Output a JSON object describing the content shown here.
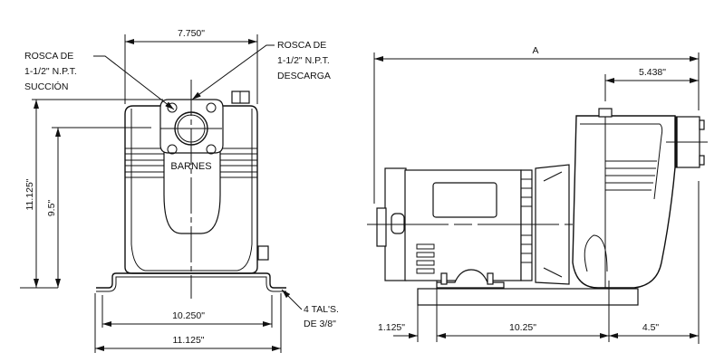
{
  "front_view": {
    "brand": "BARNES",
    "width_top": "7.750\"",
    "suction_label": [
      "ROSCA DE",
      "1-1/2\" N.P.T.",
      "SUCCIÓN"
    ],
    "discharge_label": [
      "ROSCA DE",
      "1-1/2\" N.P.T.",
      "DESCARGA"
    ],
    "height_total": "11.125\"",
    "height_center": "9.5\"",
    "base_hole_spacing": "10.250\"",
    "base_width": "11.125\"",
    "holes_label": [
      "4 TAL'S.",
      "DE 3/8\""
    ]
  },
  "side_view": {
    "overall_length": "A",
    "discharge_offset": "5.438\"",
    "base_offset_left": "1.125\"",
    "base_hole_spacing": "10.25\"",
    "base_offset_right": "4.5\""
  }
}
